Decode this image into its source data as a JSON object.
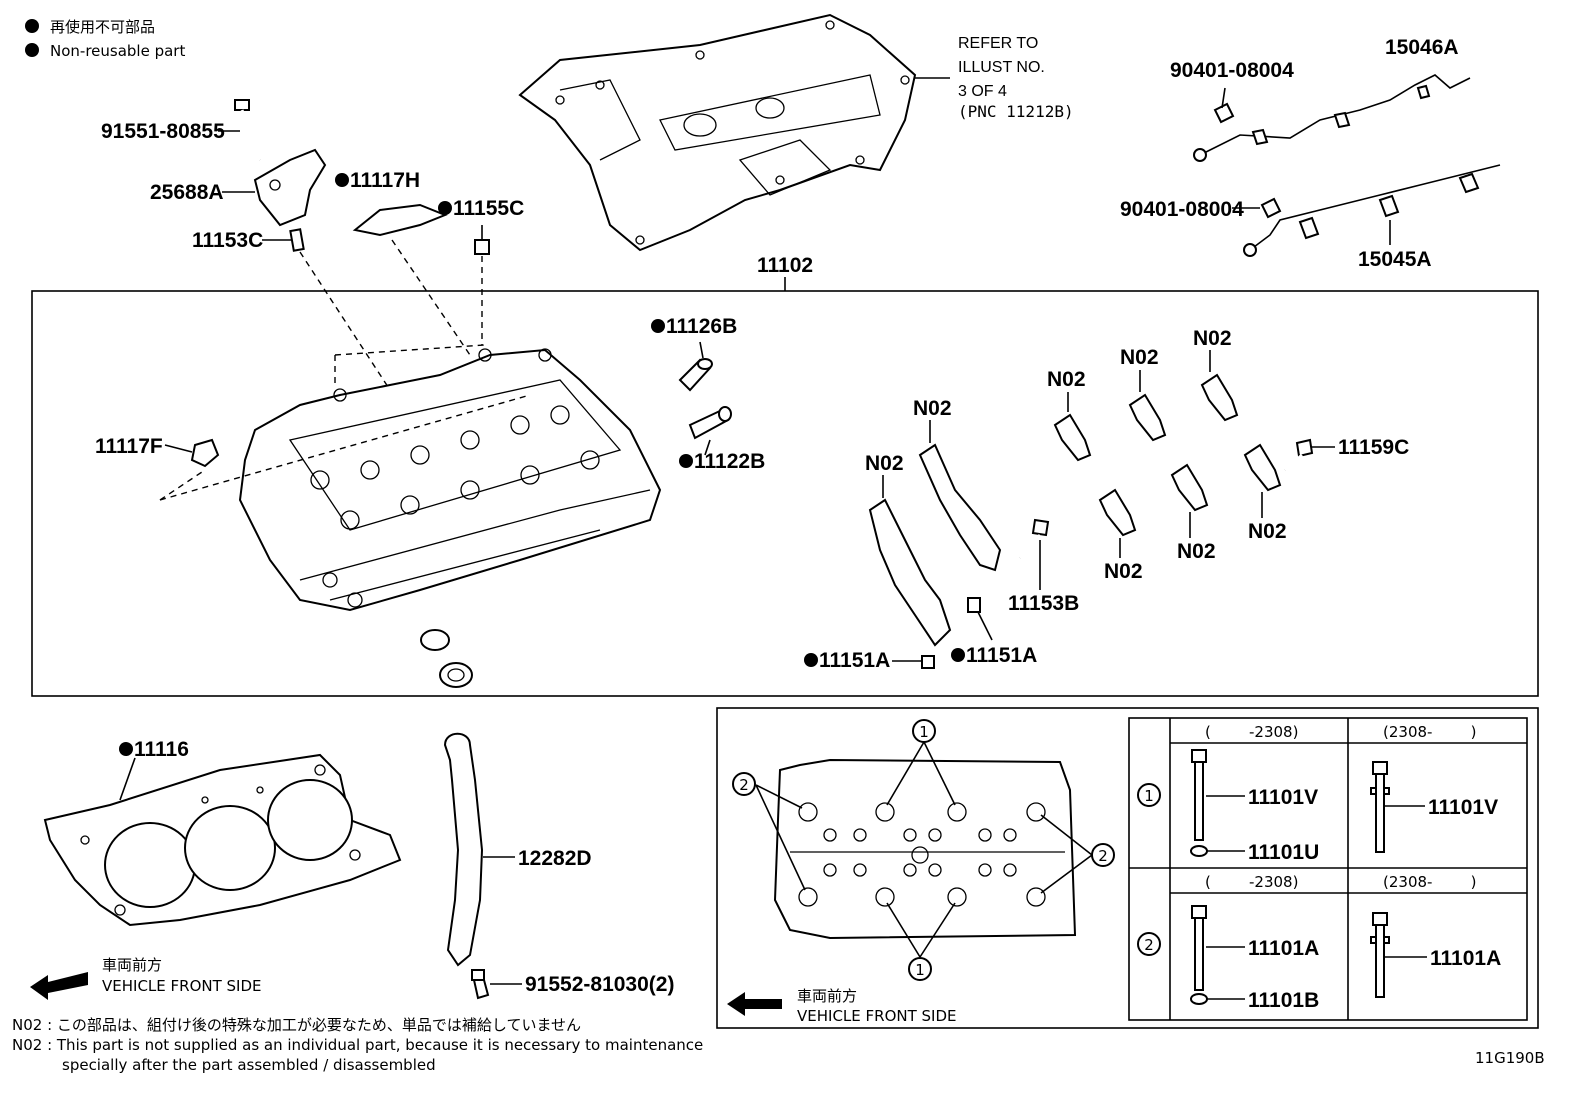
{
  "legend": {
    "jp": "再使用不可部品",
    "en": "Non-reusable part"
  },
  "refer_note": [
    "REFER TO",
    "ILLUST NO.",
    "3 OF 4",
    "(PNC 11212B)"
  ],
  "parts": {
    "p91551": "91551-80855",
    "p25688A": "25688A",
    "p11117H": "11117H",
    "p11155C": "11155C",
    "p11153C": "11153C",
    "p11102": "11102",
    "p11126B": "11126B",
    "p11122B": "11122B",
    "p11117F": "11117F",
    "p90401a": "90401-08004",
    "p15046A": "15046A",
    "p90401b": "90401-08004",
    "p15045A": "15045A",
    "n02": "N02",
    "p11159C": "11159C",
    "p11153B": "11153B",
    "p11151A": "11151A",
    "p11116": "11116",
    "p12282D": "12282D",
    "p91552": "91552-81030(2)"
  },
  "front_side": {
    "jp": "車両前方",
    "en": "VEHICLE FRONT SIDE"
  },
  "bolt_table": {
    "col1": "(        -2308)",
    "col2": "(2308-        )",
    "row1_marker": "1",
    "row2_marker": "2",
    "r1_bolt_a": "11101V",
    "r1_washer": "11101U",
    "r1_bolt_b": "11101V",
    "r2_bolt_a": "11101A",
    "r2_washer": "11101B",
    "r2_bolt_b": "11101A"
  },
  "footnotes": {
    "n02_jp": "N02 : この部品は、組付け後の特殊な加工が必要なため、単品では補給していません",
    "n02_en1": "N02 : This part is not supplied as an individual part, because it is necessary to maintenance",
    "n02_en2": "specially after the part assembled / disassembled"
  },
  "figure_id": "11G190B"
}
